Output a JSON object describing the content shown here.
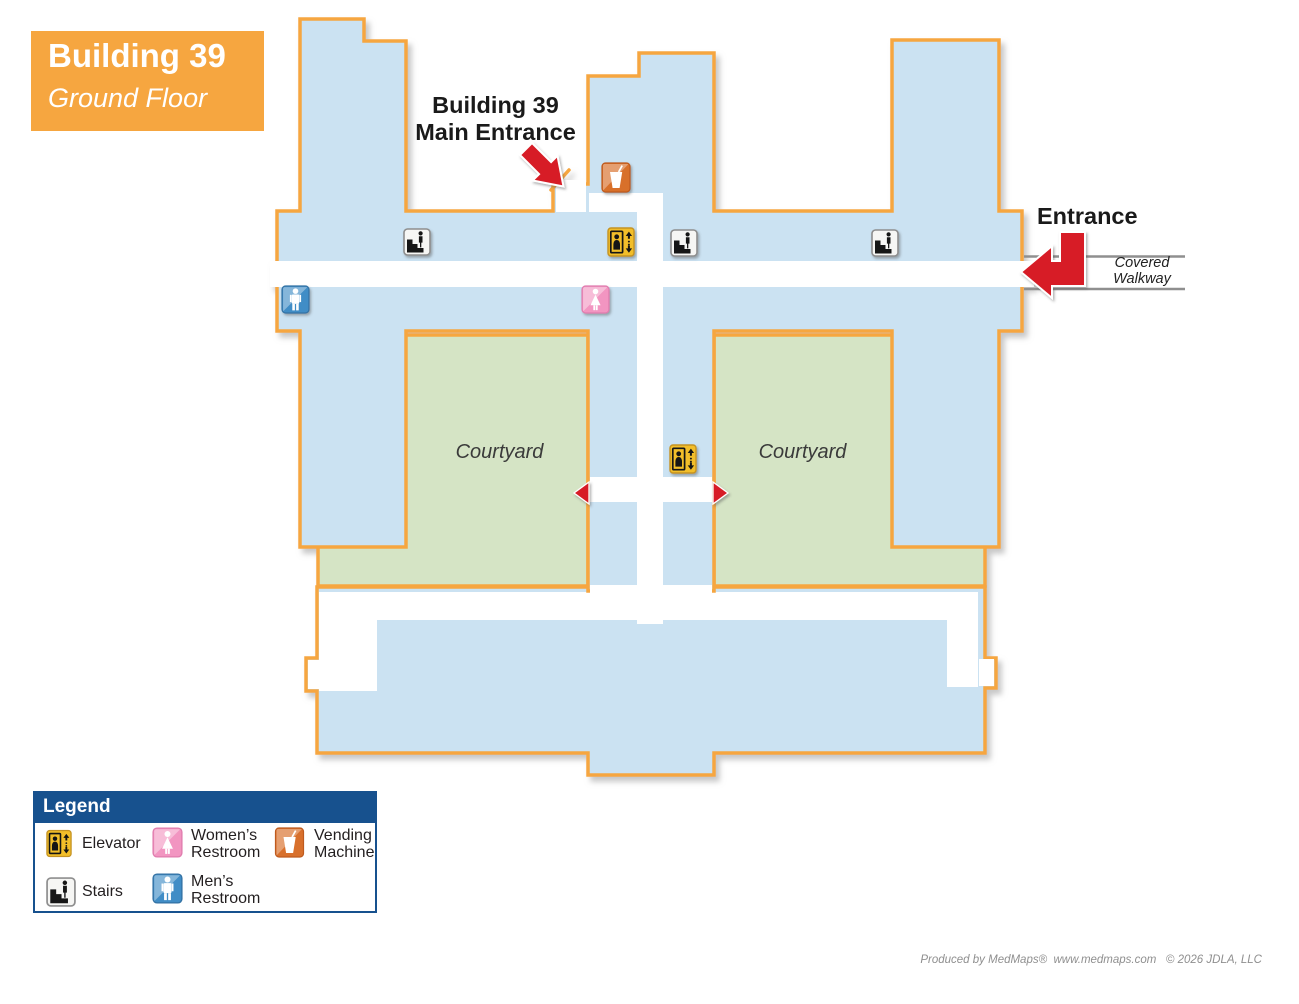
{
  "title": {
    "building": "Building 39",
    "floor": "Ground Floor"
  },
  "map": {
    "main_entrance_label_line1": "Building 39",
    "main_entrance_label_line2": "Main Entrance",
    "entrance_label": "Entrance",
    "covered_walkway_line1": "Covered",
    "covered_walkway_line2": "Walkway",
    "courtyard_left_label": "Courtyard",
    "courtyard_right_label": "Courtyard",
    "markers": [
      {
        "type": "vending-machine",
        "area": "near main entrance"
      },
      {
        "type": "stairs",
        "area": "west corridor"
      },
      {
        "type": "elevator",
        "area": "center corridor"
      },
      {
        "type": "stairs",
        "area": "center corridor"
      },
      {
        "type": "stairs",
        "area": "east corridor"
      },
      {
        "type": "mens-restroom",
        "area": "west wing"
      },
      {
        "type": "womens-restroom",
        "area": "center wing"
      },
      {
        "type": "elevator",
        "area": "between courtyards"
      }
    ]
  },
  "legend": {
    "header": "Legend",
    "items": [
      {
        "icon": "elevator-icon",
        "label": "Elevator"
      },
      {
        "icon": "womens-restroom-icon",
        "label": "Women’s Restroom"
      },
      {
        "icon": "vending-machine-icon",
        "label": "Vending Machine"
      },
      {
        "icon": "stairs-icon",
        "label": "Stairs"
      },
      {
        "icon": "mens-restroom-icon",
        "label": "Men’s Restroom"
      }
    ]
  },
  "credit": "Produced by MedMaps®  www.medmaps.com   © 2026 JDLA, LLC",
  "colors": {
    "building_outline": "#F6A640",
    "building_fill": "#CBE2F2",
    "courtyard_fill": "#D5E4C5",
    "corridor_fill": "#FFFFFF",
    "legend_navy": "#17518E",
    "arrow_red": "#D71F26",
    "walkway_line_gray": "#8F8F8F"
  }
}
